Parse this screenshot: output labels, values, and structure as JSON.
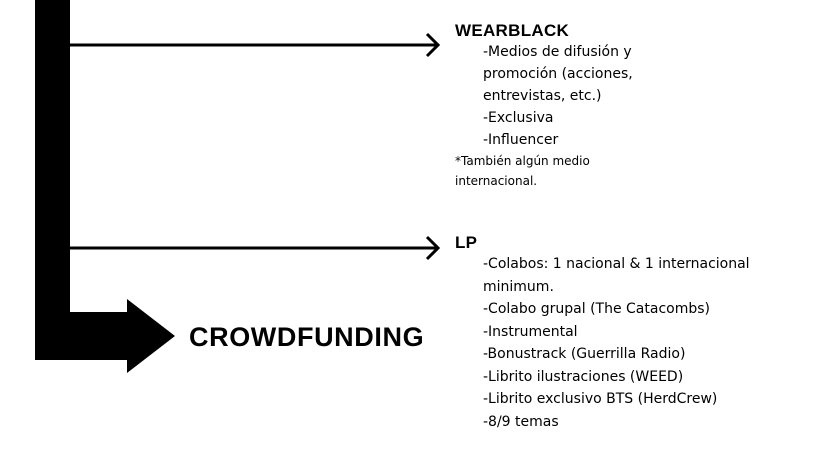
{
  "wearblack": {
    "title": "WEARBLACK",
    "items": [
      "-Medios de difusión y",
      "promoción (acciones,",
      "entrevistas, etc.)",
      "-Exclusiva",
      "-Influencer"
    ],
    "note_line1": "*También algún medio",
    "note_line2": "internacional."
  },
  "lp": {
    "title": "LP",
    "items": [
      "-Colabos: 1 nacional & 1 internacional",
      "minimum.",
      "-Colabo grupal (The Catacombs)",
      "-Instrumental",
      "-Bonustrack (Guerrilla Radio)",
      "-Librito ilustraciones (WEED)",
      "-Librito exclusivo BTS (HerdCrew)",
      "-8/9 temas"
    ]
  },
  "crowdfunding": {
    "label": "CROWDFUNDING"
  },
  "colors": {
    "ink": "#000000",
    "background": "#ffffff"
  }
}
